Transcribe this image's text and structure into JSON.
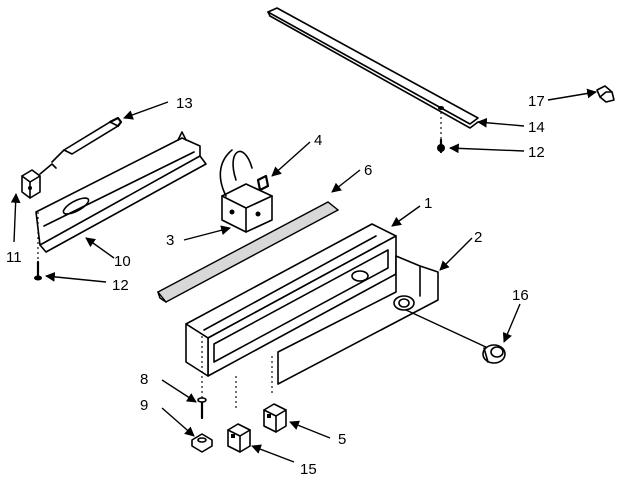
{
  "callouts": {
    "c1": "1",
    "c2": "2",
    "c3": "3",
    "c4": "4",
    "c5": "5",
    "c6": "6",
    "c8": "8",
    "c9": "9",
    "c10": "10",
    "c11": "11",
    "c12a": "12",
    "c12b": "12",
    "c13": "13",
    "c14": "14",
    "c15": "15",
    "c16": "16",
    "c17": "17"
  }
}
